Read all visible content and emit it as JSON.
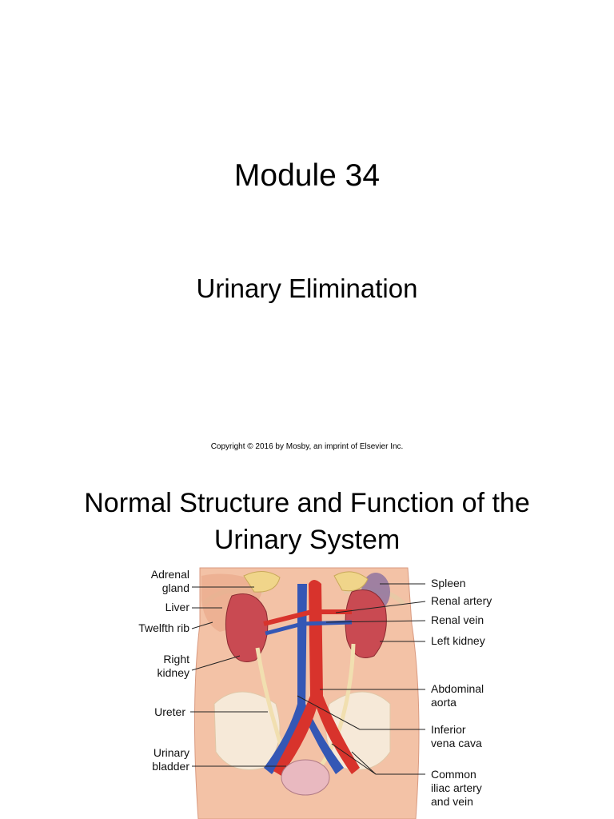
{
  "slide1": {
    "title": "Module 34",
    "subtitle": "Urinary Elimination",
    "copyright": "Copyright © 2016 by Mosby, an imprint of Elsevier Inc."
  },
  "slide2": {
    "title_line1": "Normal Structure and Function of the",
    "title_line2": "Urinary System",
    "labels_left": {
      "adrenal_1": "Adrenal",
      "adrenal_2": "gland",
      "liver": "Liver",
      "twelfth_rib": "Twelfth rib",
      "right_kidney_1": "Right",
      "right_kidney_2": "kidney",
      "ureter": "Ureter",
      "bladder_1": "Urinary",
      "bladder_2": "bladder"
    },
    "labels_right": {
      "spleen": "Spleen",
      "renal_artery": "Renal artery",
      "renal_vein": "Renal vein",
      "left_kidney": "Left kidney",
      "aorta_1": "Abdominal",
      "aorta_2": "aorta",
      "ivc_1": "Inferior",
      "ivc_2": "vena cava",
      "iliac_1": "Common",
      "iliac_2": "iliac artery",
      "iliac_3": "and vein"
    }
  },
  "colors": {
    "skin": "#f3c2a6",
    "kidney": "#c94a52",
    "artery": "#d8332c",
    "vein": "#3457b5",
    "adrenal": "#f0d58a",
    "bone": "#f6e9d8"
  }
}
